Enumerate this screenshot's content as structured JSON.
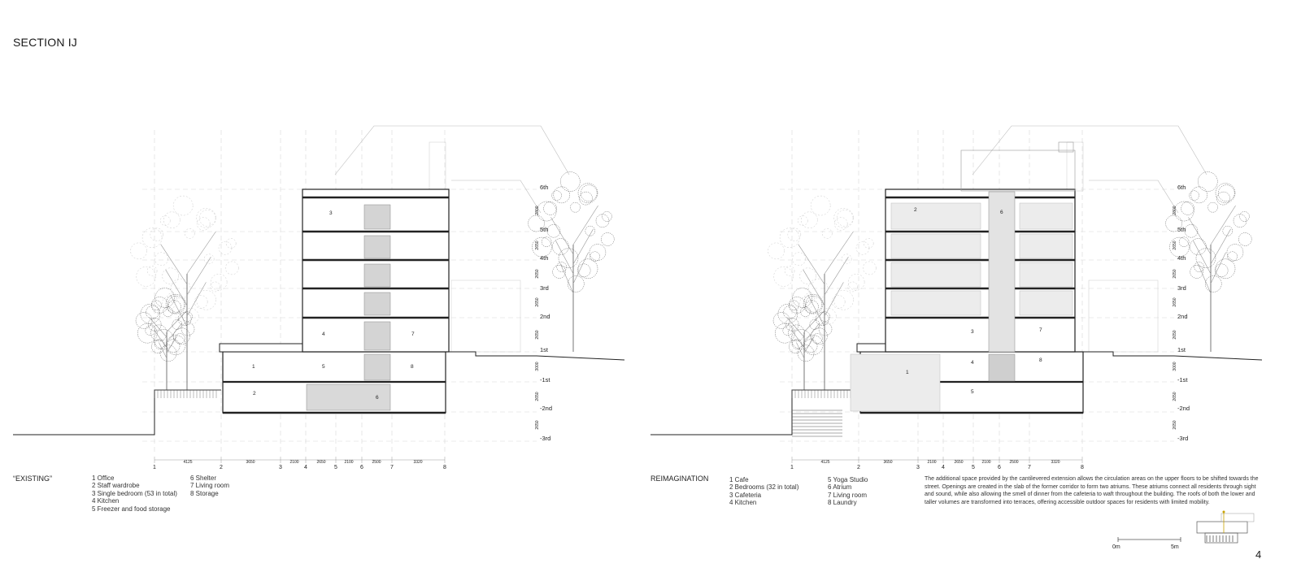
{
  "title": "SECTION IJ",
  "page_number": "4",
  "existing": {
    "heading": "“EXISTING”",
    "legend_col1": [
      "1 Office",
      "2 Staff wardrobe",
      "3 Single bedroom (53 in total)",
      "4 Kitchen",
      "5 Freezer and food storage"
    ],
    "legend_col2": [
      "6 Shelter",
      "7 Living room",
      "8 Storage"
    ],
    "room_numbers": [
      "1",
      "2",
      "3",
      "4",
      "5",
      "6",
      "7",
      "8"
    ]
  },
  "reimagination": {
    "heading": "REIMAGINATION",
    "legend_col1": [
      "1 Cafe",
      "2 Bedrooms (32 in total)",
      "3 Cafeteria",
      "4 Kitchen"
    ],
    "legend_col2": [
      "5 Yoga Studio",
      "6 Atrium",
      "7 Living room",
      "8 Laundry"
    ],
    "description": "The additional space provided by the cantilevered extension allows the circulation areas on the upper floors to be shifted towards the street. Openings are created in the slab of the former corridor to form two atriums. These atriums connect all residents through sight and sound, while also allowing the smell of dinner from the cafeteria to waft throughout the building. The roofs of both the lower and taller volumes are transformed into terraces, offering accessible outdoor spaces for residents with limited mobility.",
    "room_numbers": [
      "1",
      "2",
      "3",
      "4",
      "5",
      "6",
      "7",
      "8"
    ]
  },
  "level_labels": [
    "6th",
    "5th",
    "4th",
    "3rd",
    "2nd",
    "1st",
    "-1st",
    "-2nd",
    "-3rd"
  ],
  "level_heights": [
    "2800",
    "2650",
    "2650",
    "2650",
    "2650",
    "3000",
    "2650",
    "2650"
  ],
  "grid_numbers": [
    "1",
    "2",
    "3",
    "4",
    "5",
    "6",
    "7",
    "8"
  ],
  "grid_dimensions": [
    "4125",
    "3650",
    "2100",
    "2650",
    "2100",
    "2500",
    "3320"
  ],
  "scale_bar": {
    "start": "0m",
    "end": "5m"
  }
}
